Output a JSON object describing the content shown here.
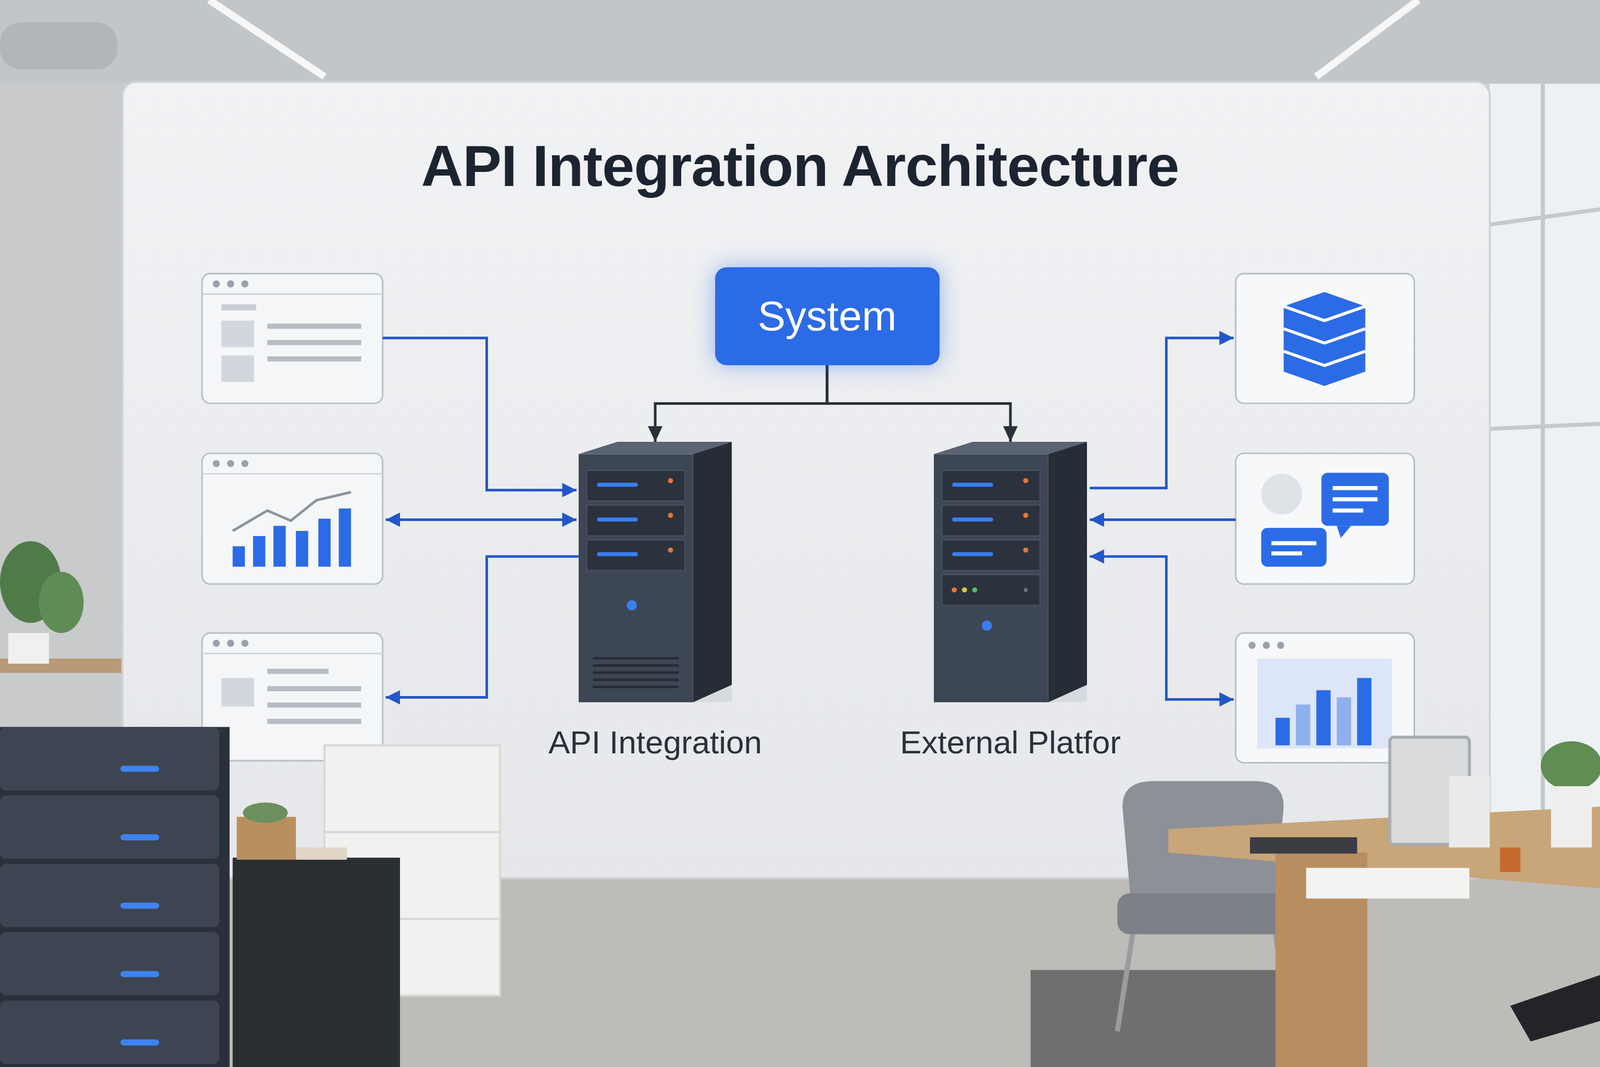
{
  "diagram": {
    "title": "API Integration Architecture",
    "nodes": [
      {
        "text": [
          "System"
        ]
      },
      {
        "text": [
          "API Integration"
        ]
      },
      {
        "text": [
          "External Platfor"
        ]
      }
    ],
    "edges": [
      {
        "from": 0,
        "to": 1,
        "arrow": "to"
      },
      {
        "from": 0,
        "to": 2,
        "arrow": "to"
      }
    ]
  }
}
